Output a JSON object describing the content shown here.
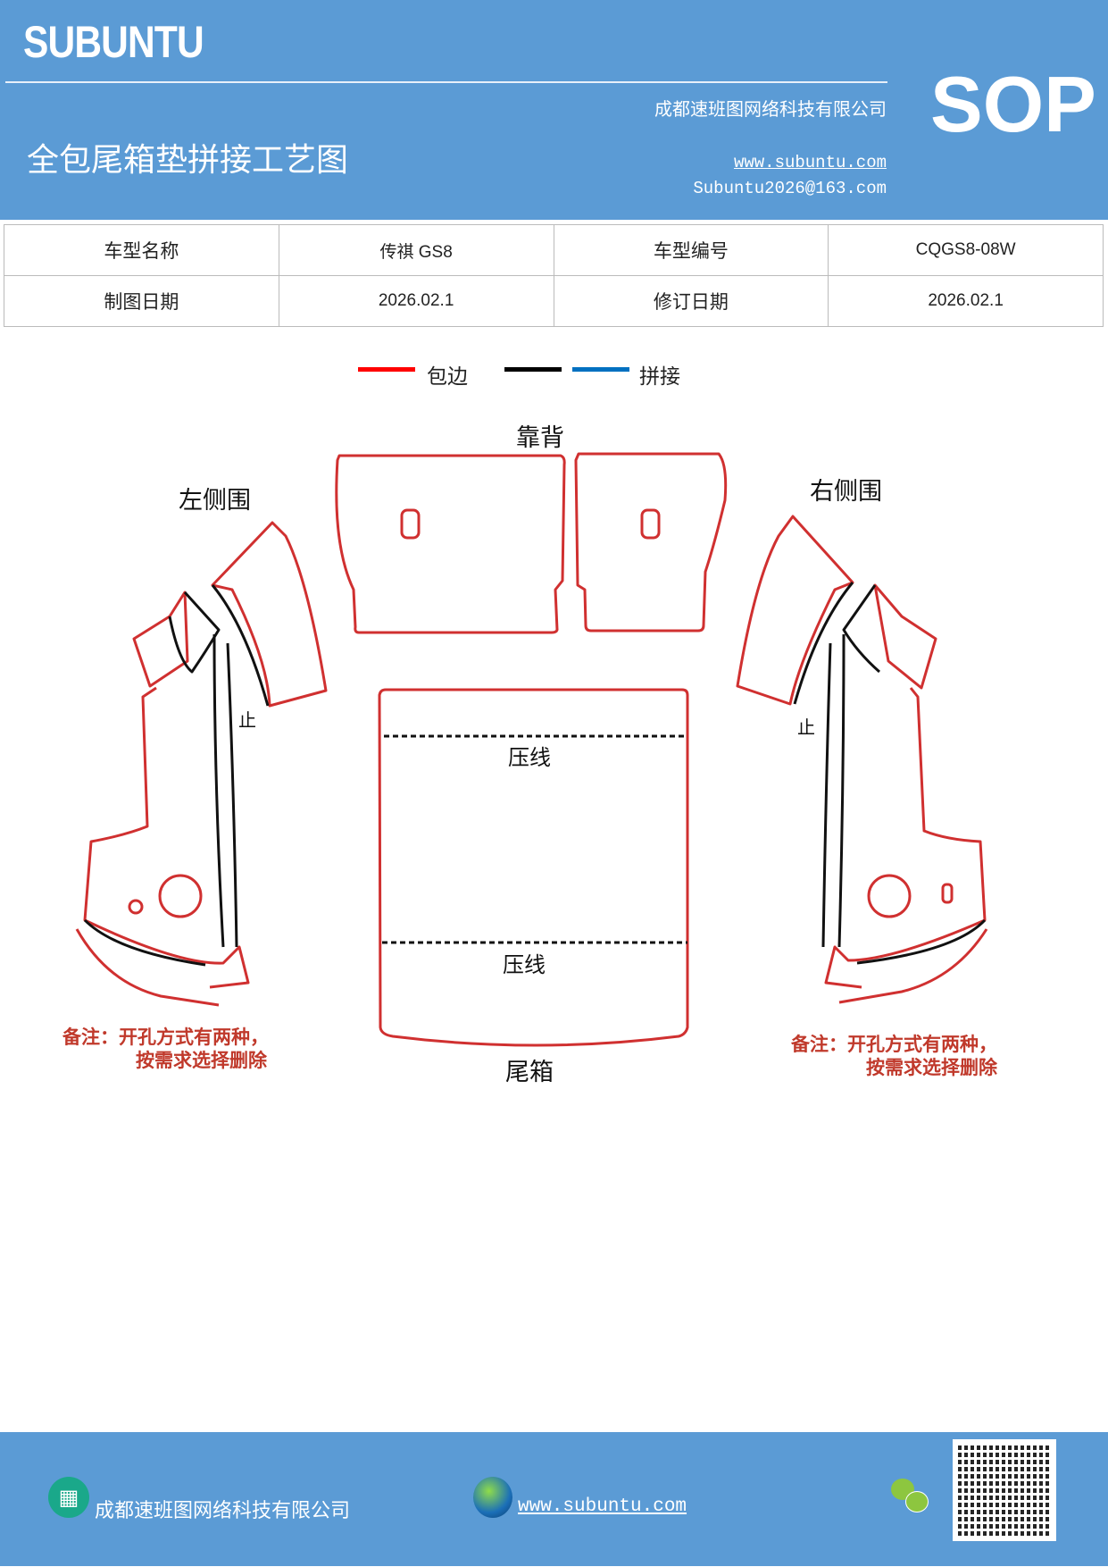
{
  "header": {
    "brand": "SUBUNTU",
    "badge": "SOP",
    "company": "成都速班图网络科技有限公司",
    "title": "全包尾箱垫拼接工艺图",
    "website": "www.subuntu.com",
    "email": "Subuntu2026@163.com",
    "background": "#5b9bd5"
  },
  "info_table": {
    "rows": [
      [
        "车型名称",
        "传祺 GS8",
        "车型编号",
        "CQGS8-08W"
      ],
      [
        "制图日期",
        "2026.02.1",
        "修订日期",
        "2026.02.1"
      ]
    ]
  },
  "legend": {
    "items": [
      {
        "label": "包边",
        "color": "#ff0000"
      },
      {
        "label": "",
        "color": "#000000"
      },
      {
        "label": "拼接",
        "color": "#0070c0"
      }
    ]
  },
  "diagram": {
    "backrest": "靠背",
    "left_side": "左侧围",
    "right_side": "右侧围",
    "trunk": "尾箱",
    "press_line_1": "压线",
    "press_line_2": "压线",
    "stop_left": "止",
    "stop_right": "止",
    "note_left": [
      "备注：开孔方式有两种，",
      "按需求选择删除"
    ],
    "note_right": [
      "备注：开孔方式有两种，",
      "按需求选择删除"
    ]
  },
  "footer": {
    "company": "成都速班图网络科技有限公司",
    "website": "www.subuntu.com",
    "icons": [
      "building-icon",
      "globe-icon",
      "wechat-icon",
      "qr-code"
    ]
  }
}
